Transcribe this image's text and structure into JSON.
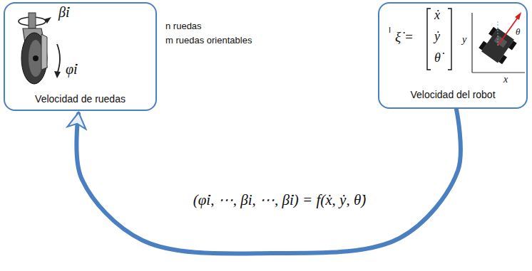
{
  "diagram": {
    "nodes": [
      {
        "text": [
          "Velocidad de ruedas"
        ]
      },
      {
        "text": [
          "Velocidad del robot"
        ]
      }
    ],
    "edges": [
      {
        "from": 1,
        "to": 0,
        "arrow": "to",
        "label": "(φ̇i, ⋯, βi, ⋯, β̇i) = f(ẋ, ẏ, θ̇)"
      }
    ],
    "labels": [
      "β̇i",
      "φ̇i",
      "n ruedas",
      "m ruedas orientables",
      "I",
      "ξ̇ =",
      "ẋ",
      "ẏ",
      "θ̇",
      "y",
      "x",
      "θ"
    ]
  }
}
